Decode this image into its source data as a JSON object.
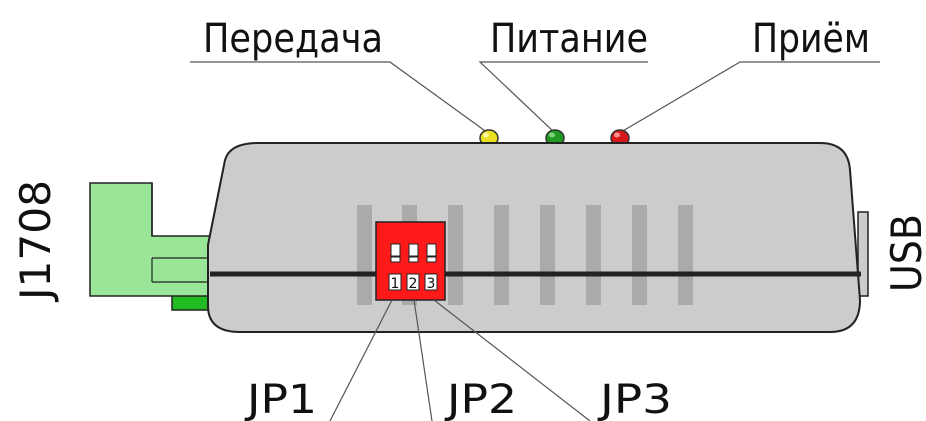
{
  "led_labels": {
    "transmit": "Передача",
    "power": "Питание",
    "receive": "Приём"
  },
  "connectors": {
    "left": "J1708",
    "right": "USB"
  },
  "dip_switch": {
    "numbers": [
      "1",
      "2",
      "3"
    ],
    "jumpers": [
      "JP1",
      "JP2",
      "JP3"
    ]
  },
  "colors": {
    "body": "#cccccc",
    "led_transmit": "#e8e020",
    "led_power": "#1f9a1f",
    "led_receive": "#d81818",
    "dip": "#ff1a1a",
    "connector": "#99e699"
  }
}
